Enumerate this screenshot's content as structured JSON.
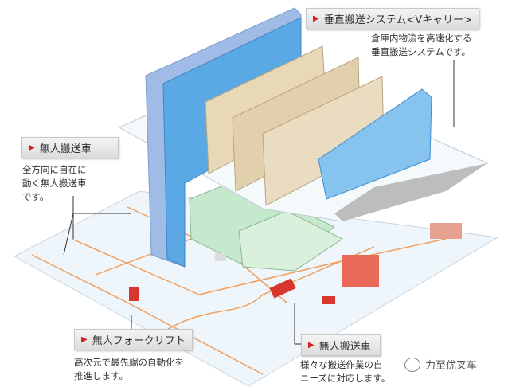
{
  "callouts": {
    "vcarry": {
      "title": "垂直搬送システム<Vキャリー>",
      "desc": [
        "倉庫内物流を高速化する",
        "垂直搬送システムです。"
      ]
    },
    "agv_left": {
      "title": "無人搬送車",
      "desc": [
        "全方向に自在に",
        "動く無人搬送車",
        "です。"
      ]
    },
    "forklift": {
      "title": "無人フォークリフト",
      "desc": [
        "高次元で最先端の自動化を",
        "推進します。"
      ]
    },
    "agv_bottom": {
      "title": "無人搬送車",
      "desc": [
        "様々な搬送作業の自",
        "ニーズに対応します。"
      ]
    }
  },
  "watermark": "力至优叉车",
  "colors": {
    "accent": "#d41f1f",
    "path": "#f0a060",
    "rack_blue": "#6fb2e6",
    "box_beige": "#e5d5b5",
    "rack_green": "#bfe3c5"
  }
}
